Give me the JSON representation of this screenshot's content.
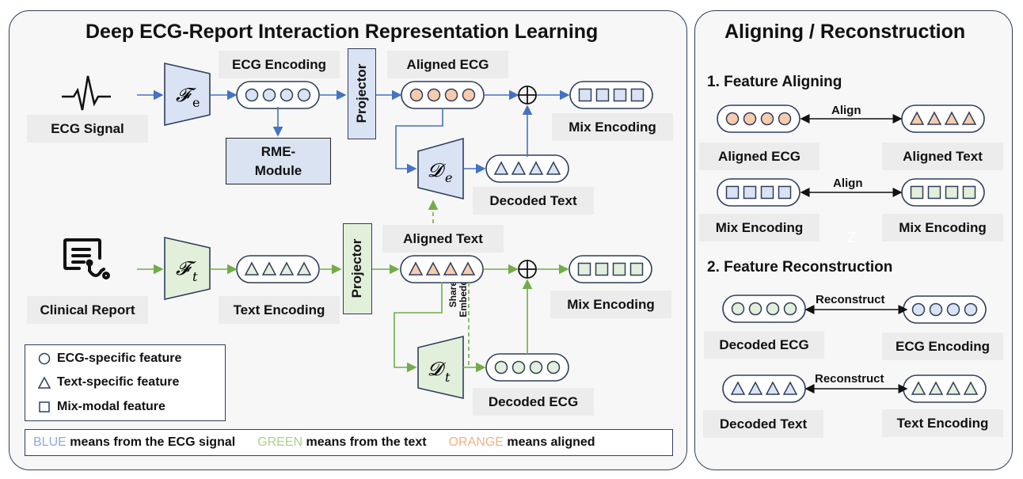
{
  "colors": {
    "blue": "#4472c4",
    "green": "#70ad47",
    "orange_fill": "#f8cbad",
    "blue_fill": "#dae3f3",
    "green_fill": "#e2efda",
    "border": "#2f3e5c",
    "blue_text": "#8faadc",
    "green_text": "#a9d18e",
    "orange_text": "#f4b183"
  },
  "left_panel": {
    "title": "Deep ECG-Report Interaction Representation Learning",
    "ecg_branch": {
      "input_label": "ECG Signal",
      "input_icon": "ecg-waveform-icon",
      "encoder_symbol": "𝓕",
      "encoder_sub": "e",
      "encoding_label": "ECG Encoding",
      "rme_line1": "RME-",
      "rme_line2": "Module",
      "projector_label": "Projector",
      "aligned_label": "Aligned ECG",
      "decoder_symbol": "𝓓",
      "decoder_sub": "e",
      "decoded_label": "Decoded Text",
      "mix_label": "Mix Encoding"
    },
    "text_branch": {
      "input_label": "Clinical Report",
      "input_icon": "clinical-report-icon",
      "encoder_symbol": "𝓕",
      "encoder_sub": "t",
      "encoding_label": "Text Encoding",
      "projector_label": "Projector",
      "aligned_label": "Aligned Text",
      "decoder_symbol": "𝓓",
      "decoder_sub": "t",
      "decoded_label": "Decoded ECG",
      "mix_label": "Mix Encoding",
      "shared_line1": "Shared",
      "shared_line2": "Embedding"
    },
    "legend": [
      {
        "shape": "circle",
        "label": "ECG-specific feature"
      },
      {
        "shape": "triangle",
        "label": "Text-specific feature"
      },
      {
        "shape": "square",
        "label": "Mix-modal feature"
      }
    ],
    "color_key": {
      "blue_word": "BLUE",
      "blue_rest": "means from the ECG signal",
      "green_word": "GREEN",
      "green_rest": "means from the text",
      "orange_word": "ORANGE",
      "orange_rest": "means aligned"
    }
  },
  "right_panel": {
    "title": "Aligning / Reconstruction",
    "section1": {
      "heading": "1. Feature Aligning",
      "rows": [
        {
          "left_label": "Aligned ECG",
          "right_label": "Aligned Text",
          "relation": "Align"
        },
        {
          "left_label": "Mix Encoding",
          "right_label": "Mix Encoding",
          "relation": "Align"
        }
      ]
    },
    "section2": {
      "heading": "2. Feature Reconstruction",
      "rows": [
        {
          "left_label": "Decoded ECG",
          "right_label": "ECG Encoding",
          "relation": "Reconstruct"
        },
        {
          "left_label": "Decoded Text",
          "right_label": "Text Encoding",
          "relation": "Reconstruct"
        }
      ]
    },
    "watermark": "Z"
  }
}
